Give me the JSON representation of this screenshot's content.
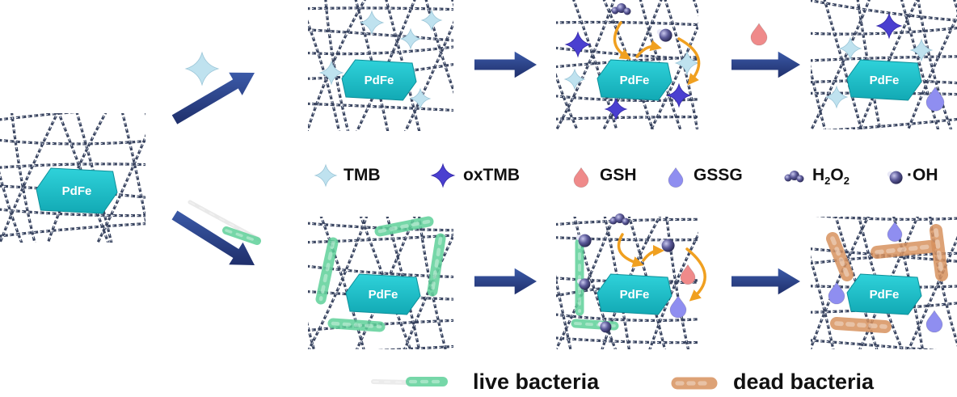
{
  "colors": {
    "network": "#3a4560",
    "node": "#ffffff",
    "hexagon": "#1cbfc9",
    "arrow": "#2a3f82",
    "tmb": "#bfe2ef",
    "oxtmb": "#4a3fd0",
    "gsh": "#ef8a8a",
    "gssg": "#8f8ef0",
    "h2o2": "#3b3a6e",
    "oh": "#4d4b86",
    "live_bacteria": "#5fd19a",
    "dead_bacteria": "#d8925f",
    "curve_arrow": "#f0a020"
  },
  "panels": {
    "source": {
      "label": "PdFe"
    },
    "top_1": {
      "label": "PdFe"
    },
    "top_2": {
      "label": "PdFe"
    },
    "top_3": {
      "label": "PdFe"
    },
    "bottom_1": {
      "label": "PdFe"
    },
    "bottom_2": {
      "label": "PdFe"
    },
    "bottom_3": {
      "label": "PdFe"
    }
  },
  "legend": {
    "tmb": "TMB",
    "oxtmb": "oxTMB",
    "gsh": "GSH",
    "gssg": "GSSG",
    "h2o2_main": "H",
    "h2o2_sub1": "2",
    "h2o2_mid": "O",
    "h2o2_sub2": "2",
    "oh": "·OH"
  },
  "bacteria_legend": {
    "live": "live bacteria",
    "dead": "dead bacteria"
  }
}
